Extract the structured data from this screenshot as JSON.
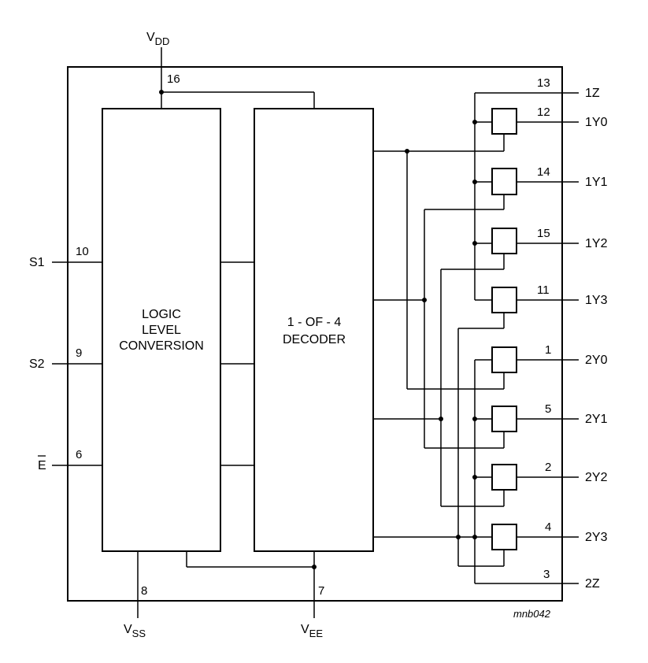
{
  "supplies": {
    "vdd": {
      "main": "V",
      "sub": "DD",
      "pin": "16"
    },
    "vss": {
      "main": "V",
      "sub": "SS",
      "pin": "8"
    },
    "vee": {
      "main": "V",
      "sub": "EE",
      "pin": "7"
    }
  },
  "inputs": [
    {
      "name": "S1",
      "pin": "10"
    },
    {
      "name": "S2",
      "pin": "9"
    },
    {
      "name": "E",
      "pin": "6",
      "overbar": true
    }
  ],
  "blocks": {
    "logic": {
      "lines": [
        "LOGIC",
        "LEVEL",
        "CONVERSION"
      ]
    },
    "decoder": {
      "lines": [
        "1 - OF - 4",
        "DECODER"
      ]
    }
  },
  "commons": [
    {
      "name": "1Z",
      "pin": "13"
    },
    {
      "name": "2Z",
      "pin": "3"
    }
  ],
  "outputs": [
    {
      "name": "1Y0",
      "pin": "12"
    },
    {
      "name": "1Y1",
      "pin": "14"
    },
    {
      "name": "1Y2",
      "pin": "15"
    },
    {
      "name": "1Y3",
      "pin": "11"
    },
    {
      "name": "2Y0",
      "pin": "1"
    },
    {
      "name": "2Y1",
      "pin": "5"
    },
    {
      "name": "2Y2",
      "pin": "2"
    },
    {
      "name": "2Y3",
      "pin": "4"
    }
  ],
  "reference": "mnb042"
}
